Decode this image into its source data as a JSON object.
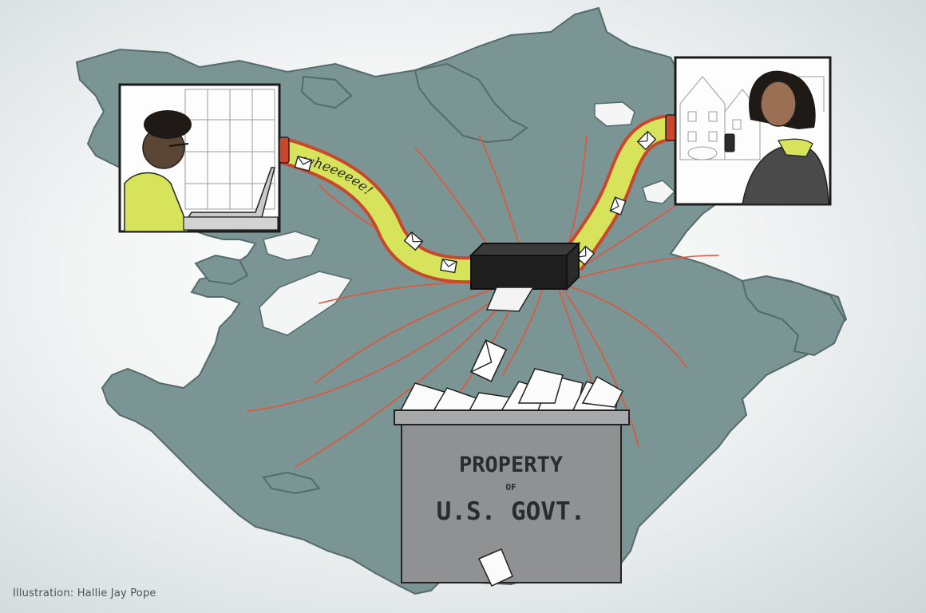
{
  "illustration": {
    "tube_text": "wheeeeee!",
    "box_label": {
      "line1": "PROPERTY",
      "line2": "OF",
      "line3": "U.S. GOVT."
    },
    "credit": "Illustration: Hallie Jay Pope"
  },
  "colors": {
    "map": "#7a9594",
    "map_outline": "#546b6b",
    "tube": "#d7e35a",
    "tube_edge": "#c8472d",
    "red_lines": "#e2553a",
    "box": "#8f9192",
    "router": "#1e1e1e",
    "background": "#e9eded"
  }
}
